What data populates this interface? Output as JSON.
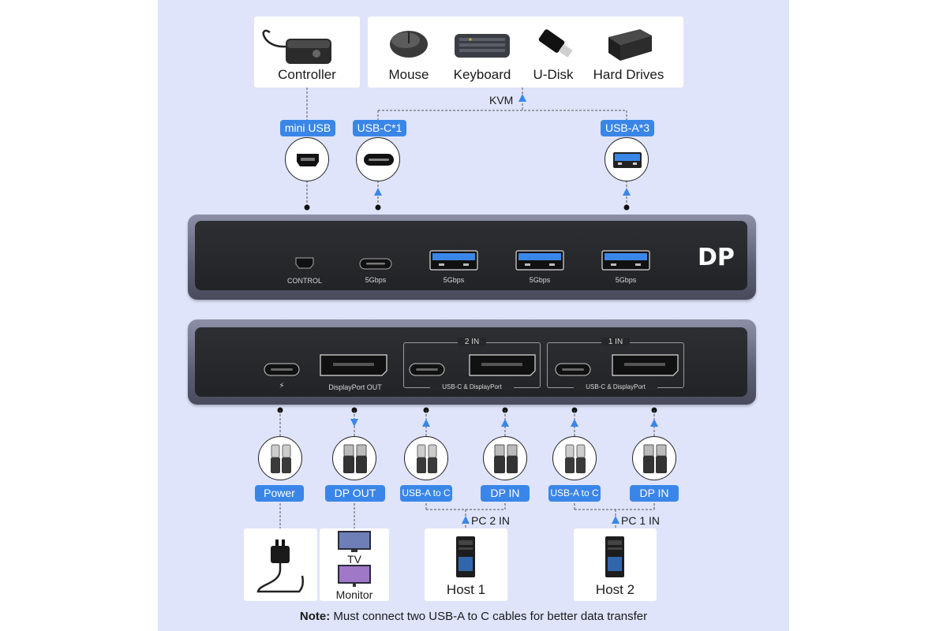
{
  "peripherals": {
    "controller": "Controller",
    "mouse": "Mouse",
    "keyboard": "Keyboard",
    "udisk": "U-Disk",
    "hard_drives": "Hard Drives"
  },
  "kvm_label": "KVM",
  "top_pills": {
    "mini_usb": "mini USB",
    "usb_c": "USB-C*1",
    "usb_a": "USB-A*3"
  },
  "front_panel": {
    "control_label": "CONTROL",
    "usbc_speed": "5Gbps",
    "usba_speeds": [
      "5Gbps",
      "5Gbps",
      "5Gbps"
    ],
    "brand": "DP"
  },
  "rear_panel": {
    "power_symbol": "⚡",
    "dp_out_label": "DisplayPort OUT",
    "in2_label": "2 IN",
    "in1_label": "1 IN",
    "group_label": "USB-C & DisplayPort"
  },
  "bottom_pills": {
    "power": "Power",
    "dp_out": "DP OUT",
    "usba_to_c_2": "USB-A to C",
    "dp_in_2": "DP IN",
    "usba_to_c_1": "USB-A to C",
    "dp_in_1": "DP IN"
  },
  "pc_labels": {
    "pc2": "PC 2 IN",
    "pc1": "PC 1 IN"
  },
  "bottom_cards": {
    "tv": "TV",
    "monitor": "Monitor",
    "host1": "Host 1",
    "host2": "Host 2"
  },
  "note": {
    "bold": "Note:",
    "text": "Must connect two USB-A to C cables for better data transfer"
  },
  "colors": {
    "accent": "#3a86e8",
    "panel_bg": "#dfe4fb",
    "device_face": "#2a2b2e"
  }
}
